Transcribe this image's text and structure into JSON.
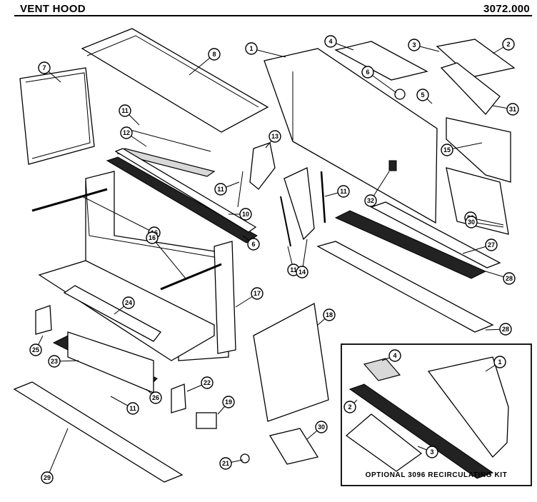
{
  "header": {
    "title": "VENT HOOD",
    "model": "3072.000"
  },
  "kit": {
    "label": "OPTIONAL  3096  RECIRCULATING KIT"
  },
  "callouts": [
    {
      "id": "c1a",
      "label": "1"
    },
    {
      "id": "c2a",
      "label": "2"
    },
    {
      "id": "c3a",
      "label": "3"
    },
    {
      "id": "c4a",
      "label": "4"
    },
    {
      "id": "c5",
      "label": "5"
    },
    {
      "id": "c6a",
      "label": "6"
    },
    {
      "id": "c6b",
      "label": "6"
    },
    {
      "id": "c7",
      "label": "7"
    },
    {
      "id": "c8",
      "label": "8"
    },
    {
      "id": "c10",
      "label": "10"
    },
    {
      "id": "c11a",
      "label": "11"
    },
    {
      "id": "c11b",
      "label": "11"
    },
    {
      "id": "c11c",
      "label": "11"
    },
    {
      "id": "c11d",
      "label": "11"
    },
    {
      "id": "c11e",
      "label": "11"
    },
    {
      "id": "c12",
      "label": "12"
    },
    {
      "id": "c13",
      "label": "13"
    },
    {
      "id": "c14",
      "label": "14"
    },
    {
      "id": "c15",
      "label": "15"
    },
    {
      "id": "c16a",
      "label": "16"
    },
    {
      "id": "c16b",
      "label": "16"
    },
    {
      "id": "c17",
      "label": "17"
    },
    {
      "id": "c18",
      "label": "18"
    },
    {
      "id": "c19",
      "label": "19"
    },
    {
      "id": "c20",
      "label": "20"
    },
    {
      "id": "c21",
      "label": "21"
    },
    {
      "id": "c22",
      "label": "22"
    },
    {
      "id": "c23",
      "label": "23"
    },
    {
      "id": "c24",
      "label": "24"
    },
    {
      "id": "c25",
      "label": "25"
    },
    {
      "id": "c26",
      "label": "26"
    },
    {
      "id": "c27",
      "label": "27"
    },
    {
      "id": "c28a",
      "label": "28"
    },
    {
      "id": "c28b",
      "label": "28"
    },
    {
      "id": "c29",
      "label": "29"
    },
    {
      "id": "c30a",
      "label": "30"
    },
    {
      "id": "c30b",
      "label": "30"
    },
    {
      "id": "c31",
      "label": "31"
    },
    {
      "id": "c32",
      "label": "32"
    },
    {
      "id": "k1",
      "label": "1"
    },
    {
      "id": "k2",
      "label": "2"
    },
    {
      "id": "k3",
      "label": "3"
    },
    {
      "id": "k4",
      "label": "4"
    }
  ]
}
